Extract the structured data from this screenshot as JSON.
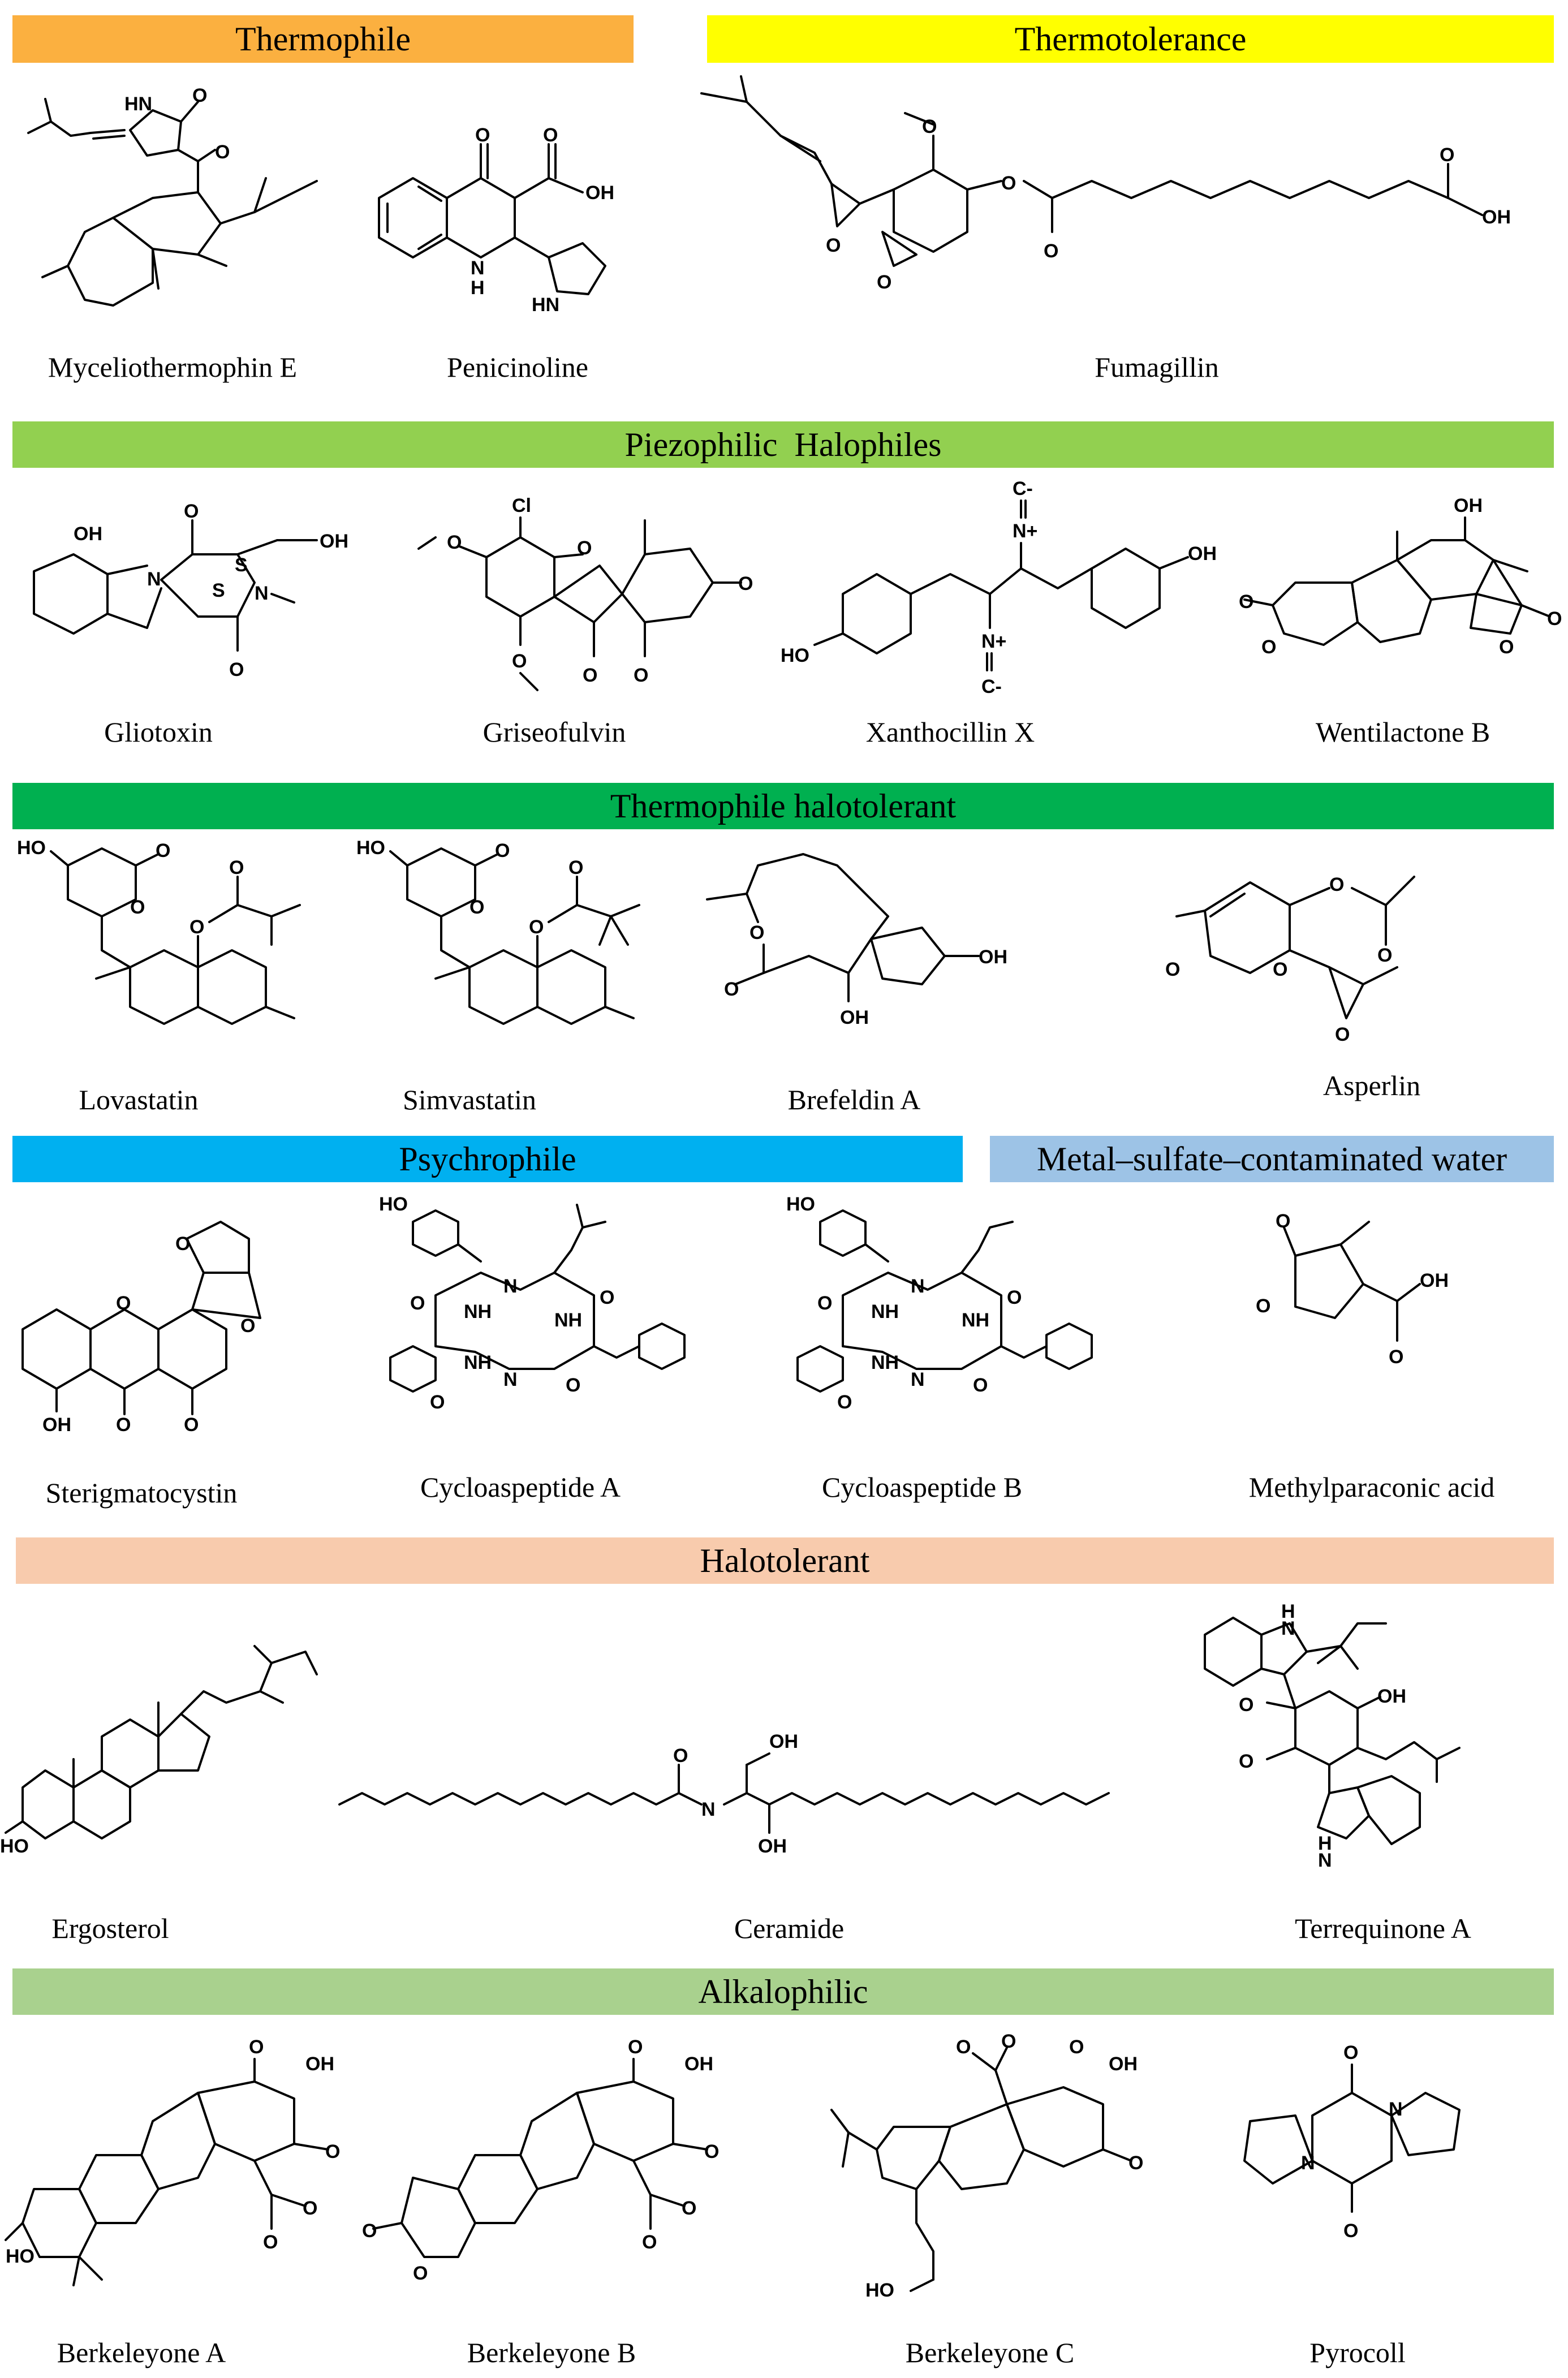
{
  "colors": {
    "thermophile": "#fbb040",
    "thermotolerance": "#ffff00",
    "piezophilic": "#92d050",
    "thermo_halo": "#00b050",
    "psychrophile": "#00b0f0",
    "metal": "#9dc3e6",
    "halotolerant": "#f8cbad",
    "alkalophilic": "#a9d18e"
  },
  "categories": {
    "thermophile": "Thermophile",
    "thermotolerance": "Thermotolerance",
    "piezophilic": "Piezophilic  Halophiles",
    "thermo_halo": "Thermophile halotolerant",
    "psychrophile": "Psychrophile",
    "metal": "Metal–sulfate–contaminated water",
    "halotolerant": "Halotolerant",
    "alkalophilic": "Alkalophilic"
  },
  "compounds": {
    "myceliothermophin": "Myceliothermophin E",
    "penicinoline": "Penicinoline",
    "fumagillin": "Fumagillin",
    "gliotoxin": "Gliotoxin",
    "griseofulvin": "Griseofulvin",
    "xanthocillin": "Xanthocillin X",
    "wentilactone": "Wentilactone B",
    "lovastatin": "Lovastatin",
    "simvastatin": "Simvastatin",
    "brefeldin": "Brefeldin A",
    "asperlin": "Asperlin",
    "sterigmatocystin": "Sterigmatocystin",
    "cycloaspeptide_a": "Cycloaspeptide A",
    "cycloaspeptide_b": "Cycloaspeptide B",
    "methylparaconic": "Methylparaconic acid",
    "ergosterol": "Ergosterol",
    "ceramide": "Ceramide",
    "terrequinone": "Terrequinone A",
    "berkeleyone_a": "Berkeleyone A",
    "berkeleyone_b": "Berkeleyone B",
    "berkeleyone_c": "Berkeleyone C",
    "pyrocoll": "Pyrocoll"
  },
  "atoms": {
    "oh": "OH",
    "ho": "HO",
    "o": "O",
    "n": "N",
    "nh": "NH",
    "hn": "HN",
    "h": "H",
    "cl": "Cl",
    "s": "S",
    "n_plus": "N+",
    "c_minus": "C-"
  }
}
